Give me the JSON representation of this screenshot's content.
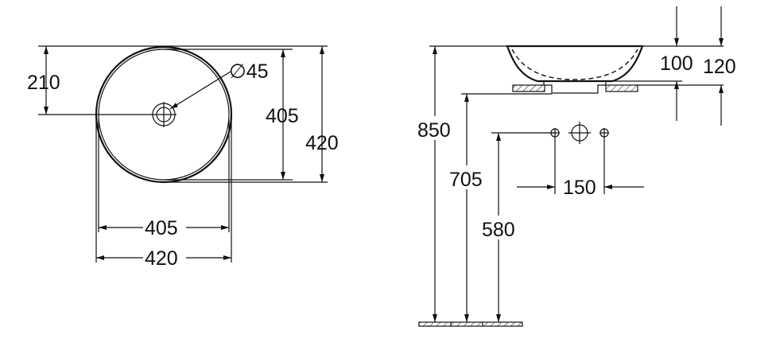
{
  "top_view": {
    "label_offset": "210",
    "label_drain": "∅45",
    "label_inner_height": "405",
    "label_outer_height": "420",
    "label_inner_width": "405",
    "label_outer_width": "420"
  },
  "side_view": {
    "label_height_bowl": "100",
    "label_height_total": "120",
    "label_floor_850": "850",
    "label_floor_705": "705",
    "label_floor_580": "580",
    "label_tap_spacing": "150"
  },
  "colors": {
    "line": "#111111",
    "background": "#ffffff"
  }
}
